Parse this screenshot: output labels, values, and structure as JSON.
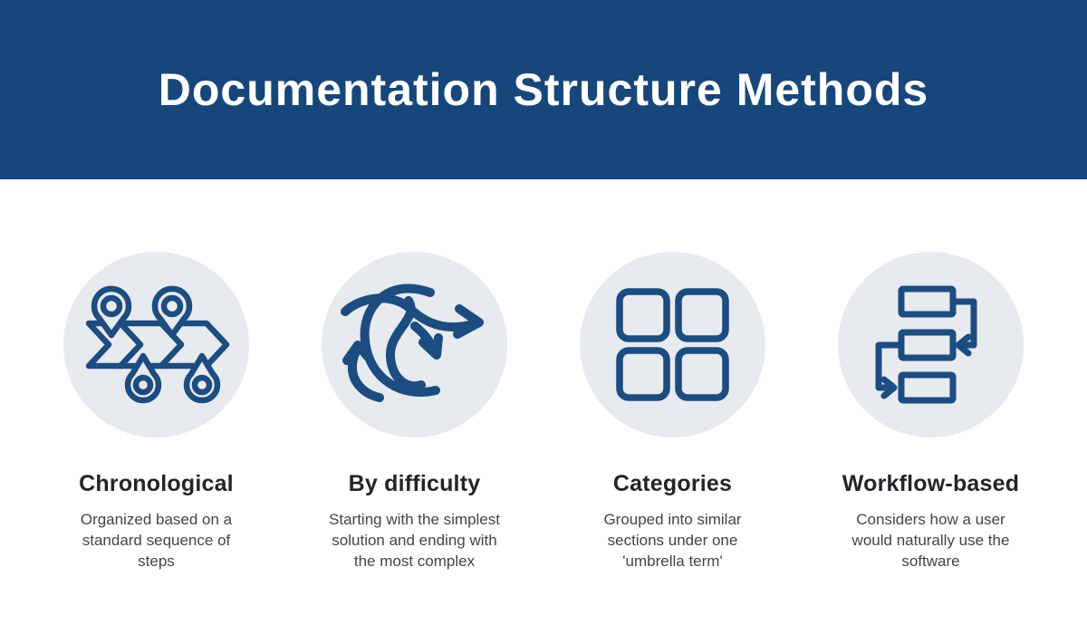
{
  "header": {
    "title": "Documentation Structure Methods",
    "background_color": "#17477A",
    "text_color": "#FFFFFF"
  },
  "colors": {
    "icon_stroke": "#1C4C80",
    "icon_circle_background": "#E7EAEF",
    "heading_text": "#212529",
    "body_text": "#3F454C",
    "page_background": "#FFFFFF"
  },
  "methods": [
    {
      "icon": "timeline-pins-icon",
      "title": "Chronological",
      "description": "Organized based on a\nstandard sequence of\nsteps"
    },
    {
      "icon": "tangled-arrows-icon",
      "title": "By difficulty",
      "description": "Starting with the simplest\nsolution and ending with\nthe most complex"
    },
    {
      "icon": "grid-squares-icon",
      "title": "Categories",
      "description": "Grouped into similar\nsections under one\n'umbrella term'"
    },
    {
      "icon": "flowchart-icon",
      "title": "Workflow-based",
      "description": "Considers how a user\nwould naturally use the\nsoftware"
    }
  ]
}
